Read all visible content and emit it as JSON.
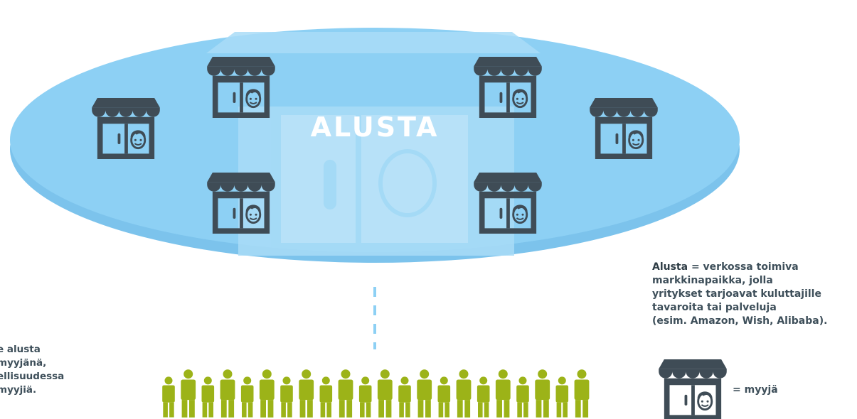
{
  "platform": {
    "label": "ALUSTA",
    "colors": {
      "ellipse_top": "#8dd0f4",
      "ellipse_side": "#7cc3ec",
      "ghost": "#a9dcf7",
      "label": "#ffffff"
    }
  },
  "shop_icon": {
    "name": "storefront-icon",
    "color": "#3f4c56"
  },
  "person_icon": {
    "name": "person-icon",
    "color": "#9cb318"
  },
  "connector_color": "#8dd0f4",
  "definition": {
    "term": "Alusta",
    "lines": [
      "= verkossa toimiva",
      "markkinapaikka, jolla",
      "yritykset tarjoavat kuluttajille",
      "tavaroita tai palveluja",
      "(esim. Amazon, Wish, Alibaba)."
    ]
  },
  "left_note": {
    "lines": [
      "e alusta",
      "myyjänä,",
      "ellisuudessa",
      "myyjiä."
    ]
  },
  "legend": {
    "label": "= myyjä"
  }
}
